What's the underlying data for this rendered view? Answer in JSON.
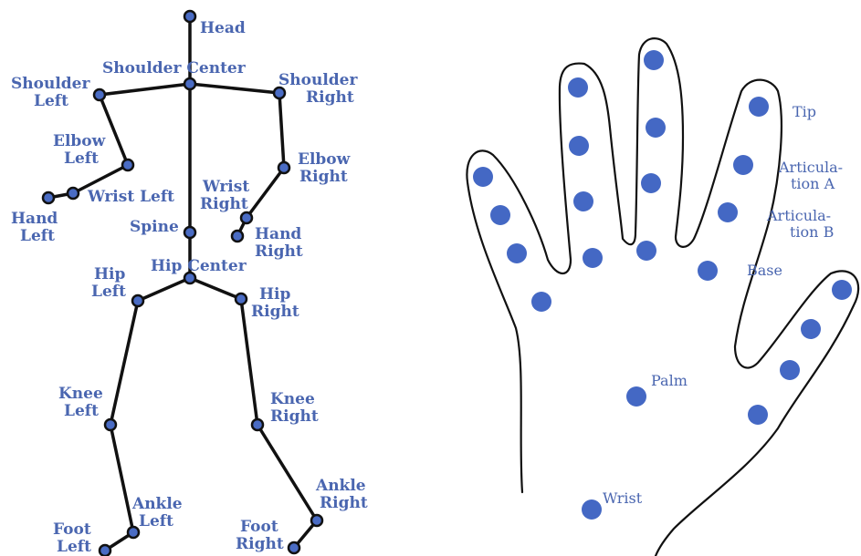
{
  "colors": {
    "label": "#4a66b0",
    "joint": "#4a6cc4",
    "bone": "#111111",
    "hand_dot": "#4468c4"
  },
  "skeleton": {
    "labels": {
      "head": "Head",
      "shoulder_center": "Shoulder Center",
      "shoulder_left_1": "Shoulder",
      "shoulder_left_2": "Left",
      "shoulder_right_1": "Shoulder",
      "shoulder_right_2": "Right",
      "elbow_left_1": "Elbow",
      "elbow_left_2": "Left",
      "elbow_right_1": "Elbow",
      "elbow_right_2": "Right",
      "wrist_left": "Wrist Left",
      "wrist_right_1": "Wrist",
      "wrist_right_2": "Right",
      "hand_left_1": "Hand",
      "hand_left_2": "Left",
      "hand_right_1": "Hand",
      "hand_right_2": "Right",
      "spine": "Spine",
      "hip_center": "Hip Center",
      "hip_left_1": "Hip",
      "hip_left_2": "Left",
      "hip_right_1": "Hip",
      "hip_right_2": "Right",
      "knee_left_1": "Knee",
      "knee_left_2": "Left",
      "knee_right_1": "Knee",
      "knee_right_2": "Right",
      "ankle_left_1": "Ankle",
      "ankle_left_2": "Left",
      "ankle_right_1": "Ankle",
      "ankle_right_2": "Right",
      "foot_left_1": "Foot",
      "foot_left_2": "Left",
      "foot_right_1": "Foot",
      "foot_right_2": "Right"
    }
  },
  "hand": {
    "labels": {
      "tip": "Tip",
      "articulation_a_1": "Articula-",
      "articulation_a_2": "tion A",
      "articulation_b_1": "Articula-",
      "articulation_b_2": "tion B",
      "base": "Base",
      "palm": "Palm",
      "wrist": "Wrist"
    }
  }
}
